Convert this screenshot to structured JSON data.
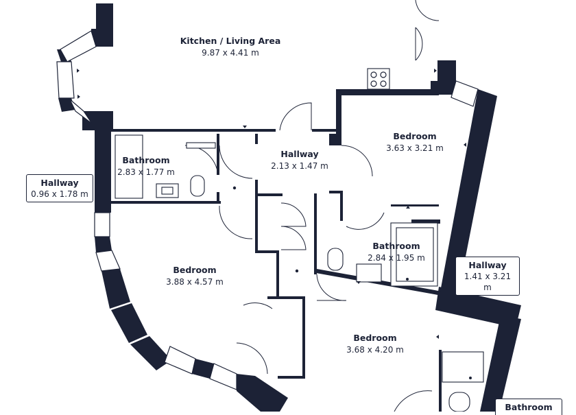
{
  "rooms": {
    "kitchen": {
      "name": "Kitchen / Living Area",
      "dims": "9.87 x 4.41 m"
    },
    "bath1": {
      "name": "Bathroom",
      "dims": "2.83 x 1.77 m"
    },
    "hall_c": {
      "name": "Hallway",
      "dims": "2.13 x 1.47 m"
    },
    "bed1": {
      "name": "Bedroom",
      "dims": "3.63 x 3.21 m"
    },
    "bed2": {
      "name": "Bedroom",
      "dims": "3.88 x 4.57 m"
    },
    "bath2": {
      "name": "Bathroom",
      "dims": "2.84 x 1.95 m"
    },
    "bed3": {
      "name": "Bedroom",
      "dims": "3.68 x 4.20 m"
    }
  },
  "callouts": {
    "hall_left": {
      "name": "Hallway",
      "dims": "0.96 x 1.78 m"
    },
    "hall_right": {
      "name": "Hallway",
      "dims": "1.41 x 3.21 m"
    },
    "bath3": {
      "name": "Bathroom",
      "dims": ""
    }
  },
  "colors": {
    "wall": "#1c2236",
    "background": "#ffffff"
  }
}
